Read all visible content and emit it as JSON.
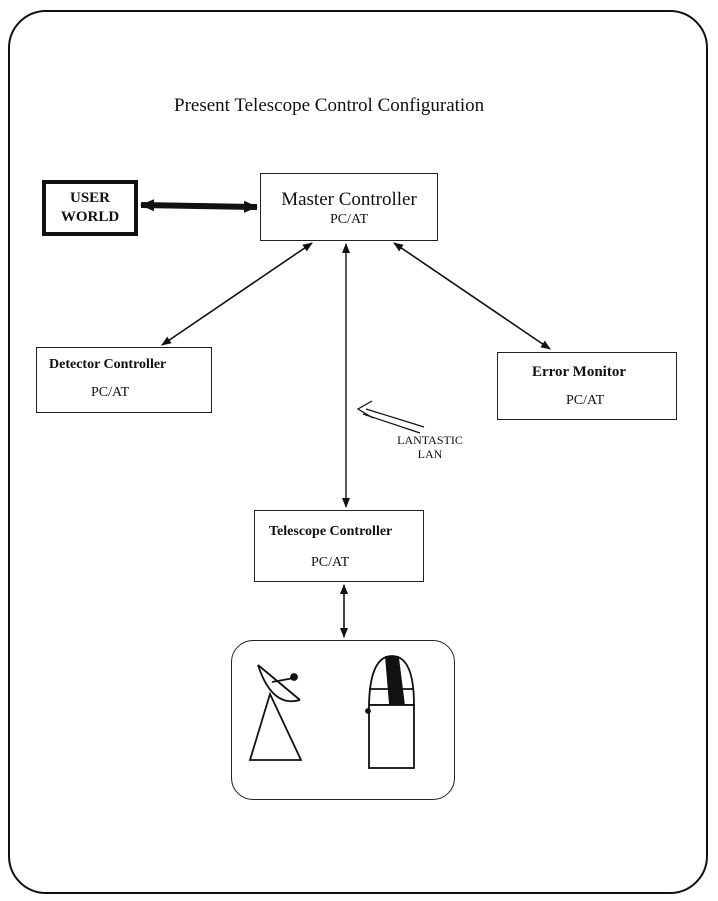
{
  "title": "Present Telescope Control Configuration",
  "user_world": {
    "line1": "USER",
    "line2": "WORLD"
  },
  "master": {
    "name": "Master Controller",
    "platform": "PC/AT"
  },
  "detector": {
    "name": "Detector Controller",
    "platform": "PC/AT"
  },
  "error_monitor": {
    "name": "Error Monitor",
    "platform": "PC/AT"
  },
  "telescope": {
    "name": "Telescope Controller",
    "platform": "PC/AT"
  },
  "network": {
    "line1": "LANTASTIC",
    "line2": "LAN"
  },
  "equipment": {
    "icons": [
      "radio-dish-icon",
      "observatory-dome-icon"
    ]
  }
}
